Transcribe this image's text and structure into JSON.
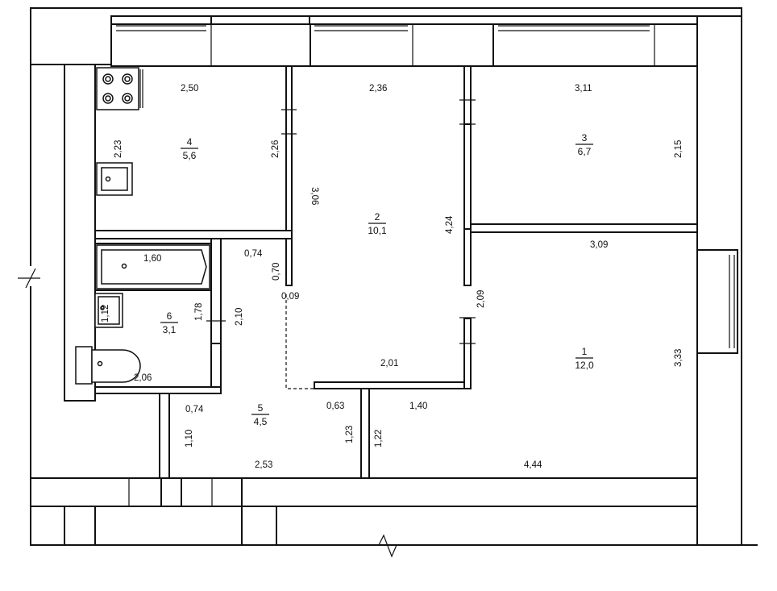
{
  "rooms": [
    {
      "id": "1",
      "number": "1",
      "area": "12,0"
    },
    {
      "id": "2",
      "number": "2",
      "area": "10,1"
    },
    {
      "id": "3",
      "number": "3",
      "area": "6,7"
    },
    {
      "id": "4",
      "number": "4",
      "area": "5,6"
    },
    {
      "id": "5",
      "number": "5",
      "area": "4,5"
    },
    {
      "id": "6",
      "number": "6",
      "area": "3,1"
    }
  ],
  "dimensions": {
    "kitchen_top": "2,50",
    "kitchen_left": "2,23",
    "kitchen_right": "2,26",
    "room2_top": "2,36",
    "room2_left": "3,06",
    "room2_right": "4,24",
    "room2_bottom": "2,01",
    "room3_top": "3,11",
    "room3_right": "2,15",
    "room1_top": "3,09",
    "room1_right": "3,33",
    "room1_left": "2,09",
    "room1_bottom": "4,44",
    "room1_door": "1,40",
    "bath_len": "1,60",
    "wc_width": "1,78",
    "wc_right": "2,10",
    "wc_bottom": "2,06",
    "sink_small": "1,12",
    "hall_top": "0,74",
    "hall_wall": "0,70",
    "hall_gap": "0,09",
    "hall_left_top": "0,74",
    "hall_left": "1,10",
    "hall_bottom": "2,53",
    "hall_right": "1,23",
    "corridor_top": "0,63",
    "corridor_left": "1,22"
  }
}
